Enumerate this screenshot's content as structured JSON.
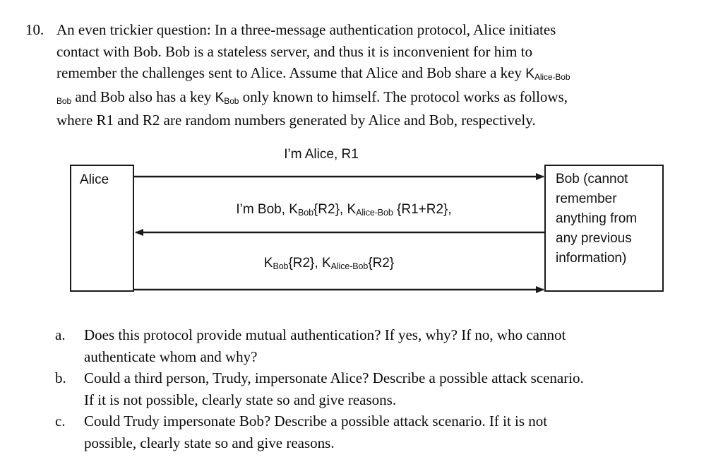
{
  "question": {
    "number": "10.",
    "lines": [
      "An even trickier question: In a three-message authentication protocol, Alice initiates",
      "contact with Bob. Bob is a stateless server, and thus it is inconvenient for him to",
      "remember the challenges sent to Alice. Assume that Alice and Bob share a key",
      "and Bob also has a key",
      "only known to himself. The protocol works as follows,",
      "where R1 and R2 are random numbers generated by Alice and Bob, respectively."
    ],
    "key_alice_bob": {
      "symbol": "K",
      "subscript": "Alice-Bob"
    },
    "key_bob": {
      "symbol": "K",
      "subscript": "Bob"
    }
  },
  "diagram": {
    "alice": {
      "label": "Alice"
    },
    "bob": {
      "lines": [
        "Bob (cannot",
        "remember",
        "anything from",
        "any previous",
        "information)"
      ]
    },
    "messages": [
      {
        "id": "msg-1",
        "direction": "alice-to-bob",
        "text": "I’m Alice, R1",
        "parts": [
          {
            "t": "I’m Alice, R1"
          }
        ]
      },
      {
        "id": "msg-2",
        "direction": "bob-to-alice",
        "text": "I’m Bob, KBob{R2}, KAlice-Bob {R1+R2},",
        "parts": [
          {
            "t": "I’m Bob, K"
          },
          {
            "sub": "Bob"
          },
          {
            "t": "{R2}, K"
          },
          {
            "sub": "Alice-Bob"
          },
          {
            "t": " {R1+R2},"
          }
        ]
      },
      {
        "id": "msg-3",
        "direction": "alice-to-bob",
        "text": "KBob{R2}, KAlice-Bob{R2}",
        "parts": [
          {
            "t": "K"
          },
          {
            "sub": "Bob"
          },
          {
            "t": "{R2}, K"
          },
          {
            "sub": "Alice-Bob"
          },
          {
            "t": "{R2}"
          }
        ]
      }
    ],
    "stroke_color": "#1a1a1a"
  },
  "subquestions": [
    {
      "marker": "a.",
      "lines": [
        "Does this protocol provide mutual authentication? If yes, why? If no, who cannot",
        "authenticate whom and why?"
      ]
    },
    {
      "marker": "b.",
      "lines": [
        "Could a third person, Trudy, impersonate Alice? Describe a possible attack scenario.",
        "If it is not possible, clearly state so and give reasons."
      ]
    },
    {
      "marker": "c.",
      "lines": [
        "Could Trudy impersonate Bob? Describe a possible attack scenario. If it is not",
        "possible, clearly state so and give reasons."
      ]
    }
  ],
  "colors": {
    "page_background": "#ffffff",
    "text": "#0a0a0a",
    "diagram_stroke": "#1a1a1a"
  }
}
